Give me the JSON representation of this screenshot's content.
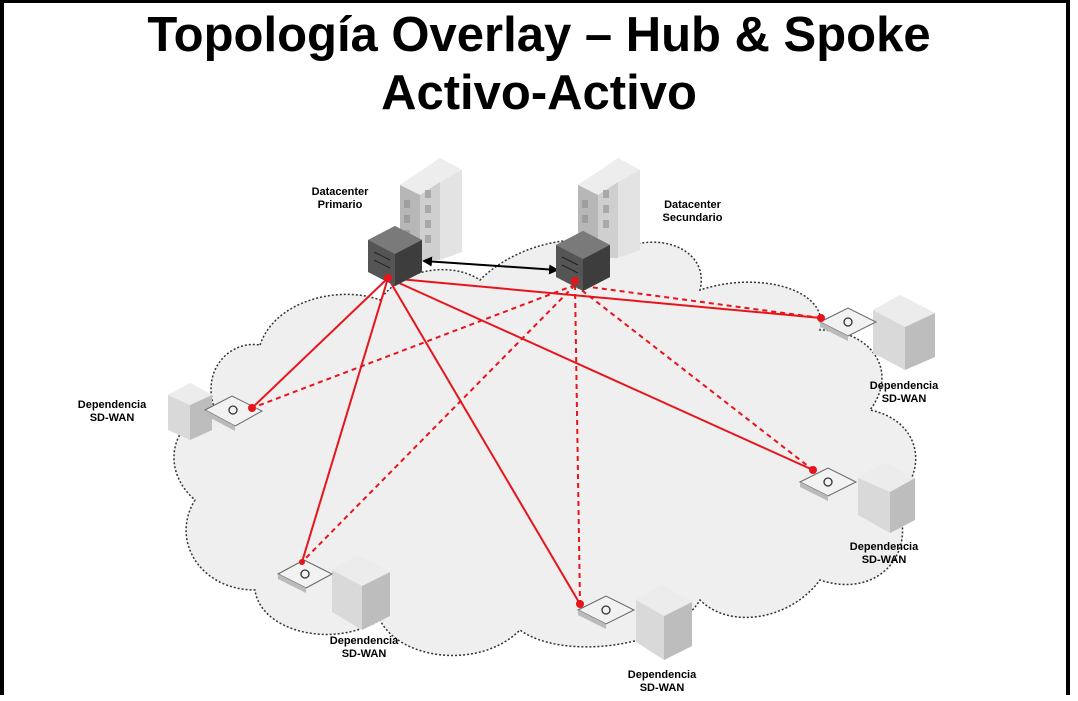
{
  "title": {
    "line1": "Topología Overlay – Hub & Spoke",
    "line2": "Activo-Activo"
  },
  "hubs": [
    {
      "id": "primary",
      "label_line1": "Datacenter",
      "label_line2": "Primario"
    },
    {
      "id": "secondary",
      "label_line1": "Datacenter",
      "label_line2": "Secundario"
    }
  ],
  "spokes": [
    {
      "id": "left",
      "label_line1": "Dependencia",
      "label_line2": "SD-WAN"
    },
    {
      "id": "right-top",
      "label_line1": "Dependencia",
      "label_line2": "SD-WAN"
    },
    {
      "id": "right-bottom",
      "label_line1": "Dependencia",
      "label_line2": "SD-WAN"
    },
    {
      "id": "bottom-left",
      "label_line1": "Dependencia",
      "label_line2": "SD-WAN"
    },
    {
      "id": "bottom-center",
      "label_line1": "Dependencia",
      "label_line2": "SD-WAN"
    }
  ],
  "colors": {
    "tunnel": "#e8141c",
    "cloud_fill": "#efefef",
    "cloud_stroke": "#333333",
    "building": "#d5d5d5",
    "router_dark": "#3d3d3d"
  },
  "links": {
    "hub_interconnect": "bidirectional-arrow",
    "primary_tunnels": "solid",
    "secondary_tunnels": "dashed"
  }
}
